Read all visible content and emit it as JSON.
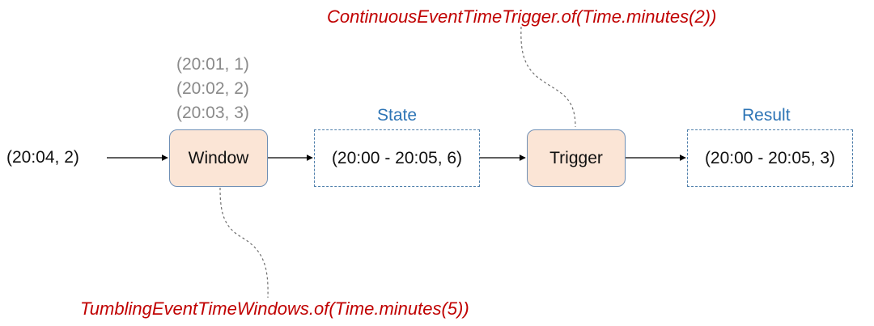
{
  "annotations": {
    "trigger": "ContinuousEventTimeTrigger.of(Time.minutes(2))",
    "window": "TumblingEventTimeWindows.of(Time.minutes(5))"
  },
  "input": {
    "value": "(20:04, 2)",
    "history": [
      "(20:01, 1)",
      "(20:02, 2)",
      "(20:03, 3)"
    ]
  },
  "nodes": {
    "window": "Window",
    "state_label": "State",
    "state_value": "(20:00 - 20:05, 6)",
    "trigger": "Trigger",
    "result_label": "Result",
    "result_value": "(20:00 - 20:05, 3)"
  },
  "colors": {
    "annotation": "#c00000",
    "history": "#8a8a8a",
    "label": "#2e75b6",
    "node_fill": "#fbe5d6",
    "node_border": "#6f8fb5",
    "dashed_border": "#4f7fab"
  }
}
